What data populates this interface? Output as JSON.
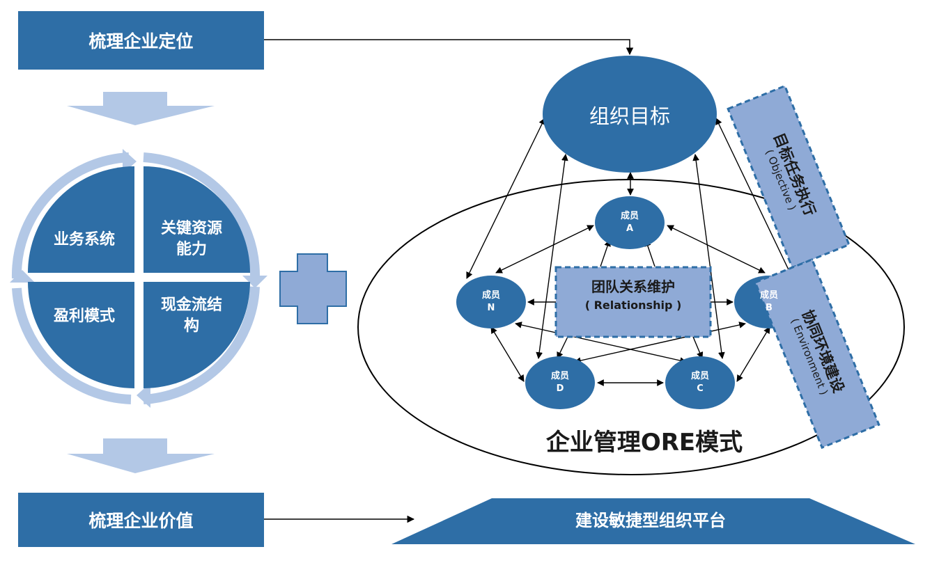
{
  "left": {
    "top_box": "梳理企业定位",
    "bottom_box": "梳理企业价值",
    "quadrants": {
      "top_left": "业务系统",
      "top_right_line1": "关键资源",
      "top_right_line2": "能力",
      "bottom_left": "盈利模式",
      "bottom_right_line1": "现金流结",
      "bottom_right_line2": "构"
    }
  },
  "right": {
    "goal": "组织目标",
    "members": {
      "a_line1": "成员",
      "a_line2": "A",
      "b_line1": "成员",
      "b_line2": "B",
      "c_line1": "成员",
      "c_line2": "C",
      "d_line1": "成员",
      "d_line2": "D",
      "n_line1": "成员",
      "n_line2": "N"
    },
    "relationship_line1": "团队关系维护",
    "relationship_line2": "( Relationship )",
    "objective_line1": "目标任务执行",
    "objective_line2": "( Objective )",
    "environment_line1": "协同环境建设",
    "environment_line2": "( Environment )",
    "model_title": "企业管理ORE模式",
    "platform": "建设敏捷型组织平台"
  },
  "colors": {
    "primary_blue": "#2e6ea6",
    "light_blue": "#b3c8e6",
    "lavender": "#8faad6",
    "dash_border": "#2e6ea6"
  }
}
